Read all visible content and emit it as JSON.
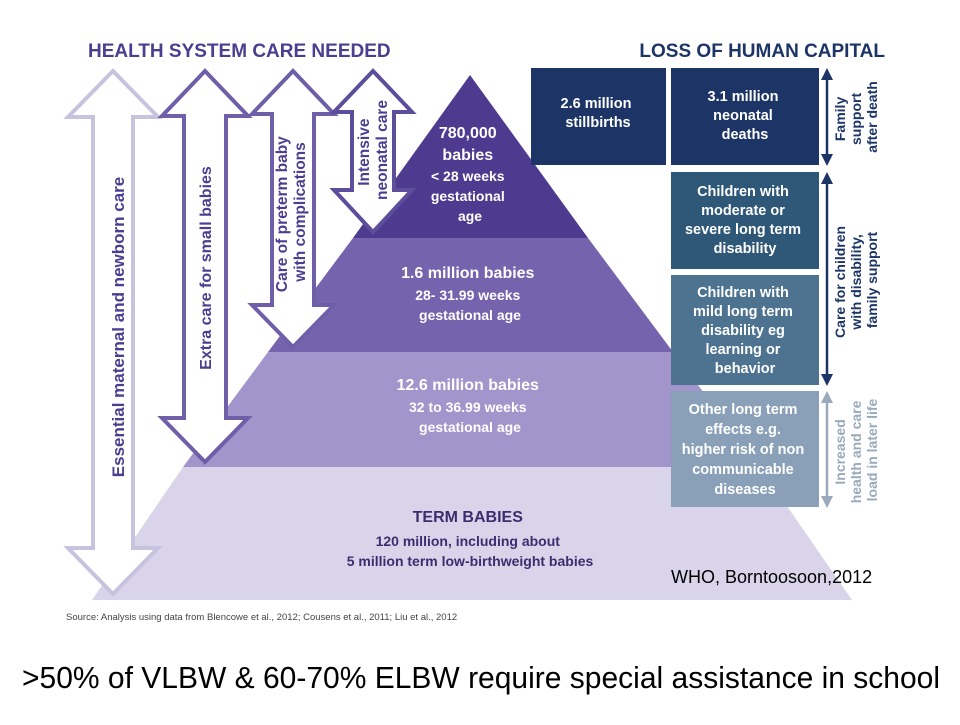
{
  "headers": {
    "left": "HEALTH SYSTEM CARE NEEDED",
    "right": "LOSS OF HUMAN CAPITAL"
  },
  "care_arrows": [
    {
      "lines": [
        "Essential maternal and newborn care"
      ]
    },
    {
      "lines": [
        "Extra care for small babies"
      ]
    },
    {
      "lines": [
        "Care of preterm baby",
        "with complications"
      ]
    },
    {
      "lines": [
        "Intensive",
        "neonatal care"
      ]
    }
  ],
  "pyramid": [
    {
      "lines": [
        "780,000",
        "babies",
        "< 28 weeks",
        "gestational",
        "age"
      ]
    },
    {
      "lines": [
        "1.6 million babies",
        "28- 31.99 weeks",
        "gestational age"
      ]
    },
    {
      "lines": [
        "12.6 million babies",
        "32 to 36.99 weeks",
        "gestational age"
      ]
    },
    {
      "lines": [
        "TERM BABIES",
        "120 million, including about",
        "5 million term low-birthweight babies"
      ]
    }
  ],
  "loss_boxes": [
    {
      "lines": [
        "2.6 million",
        "stillbirths"
      ],
      "color": "#1c3566"
    },
    {
      "lines": [
        "3.1 million",
        "neonatal",
        "deaths"
      ],
      "color": "#1c3566"
    },
    {
      "lines": [
        "Children with",
        "moderate or",
        "severe long term",
        "disability"
      ],
      "color": "#2e5778"
    },
    {
      "lines": [
        "Children with",
        "mild long term",
        "disability eg",
        "learning or",
        "behavior"
      ],
      "color": "#4d7391"
    },
    {
      "lines": [
        "Other long term",
        "effects e.g.",
        "higher risk of non",
        "communicable",
        "diseases"
      ],
      "color": "#8aa0b8"
    }
  ],
  "side_labels": [
    {
      "lines": [
        "Family",
        "support",
        "after death"
      ]
    },
    {
      "lines": [
        "Care for children",
        "with disability,",
        "family support"
      ]
    },
    {
      "lines": [
        "Increased",
        "health and care",
        "load in later life"
      ]
    }
  ],
  "source": "Source: Analysis using data from Blencowe et al., 2012; Cousens et al., 2011; Liu et al., 2012",
  "citation": "WHO, Borntoosoon,2012",
  "bottom_text": ">50% of VLBW & 60-70% ELBW require special assistance in school",
  "colors": {
    "header": "#4b3d8f",
    "arrow_fill": "#ffffff",
    "arrow_stroke_outer": "#c7c3de",
    "arrow_stroke": "#5d4e9c",
    "tier1": "#4e3b8f",
    "tier2": "#7563ad",
    "tier3": "#a195cb",
    "tier4": "#d9d4ea",
    "side_text": "#1c3566",
    "side_text_light": "#9aaabb"
  }
}
